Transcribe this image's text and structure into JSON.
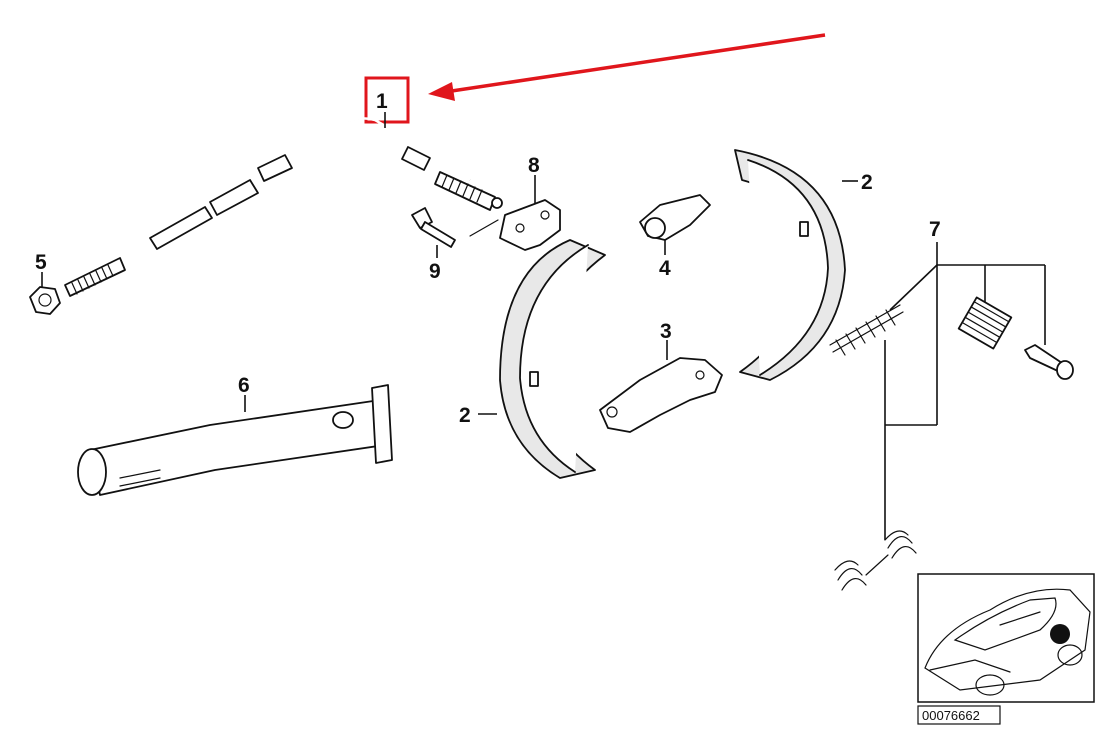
{
  "callouts": [
    {
      "id": "callout-1",
      "label": "1"
    },
    {
      "id": "callout-2a",
      "label": "2"
    },
    {
      "id": "callout-2b",
      "label": "2"
    },
    {
      "id": "callout-3",
      "label": "3"
    },
    {
      "id": "callout-4",
      "label": "4"
    },
    {
      "id": "callout-5",
      "label": "5"
    },
    {
      "id": "callout-6",
      "label": "6"
    },
    {
      "id": "callout-7",
      "label": "7"
    },
    {
      "id": "callout-8",
      "label": "8"
    },
    {
      "id": "callout-9",
      "label": "9"
    }
  ],
  "diagram_id": "00076662",
  "highlight_color": "#e0161c",
  "line_color": "#111111"
}
